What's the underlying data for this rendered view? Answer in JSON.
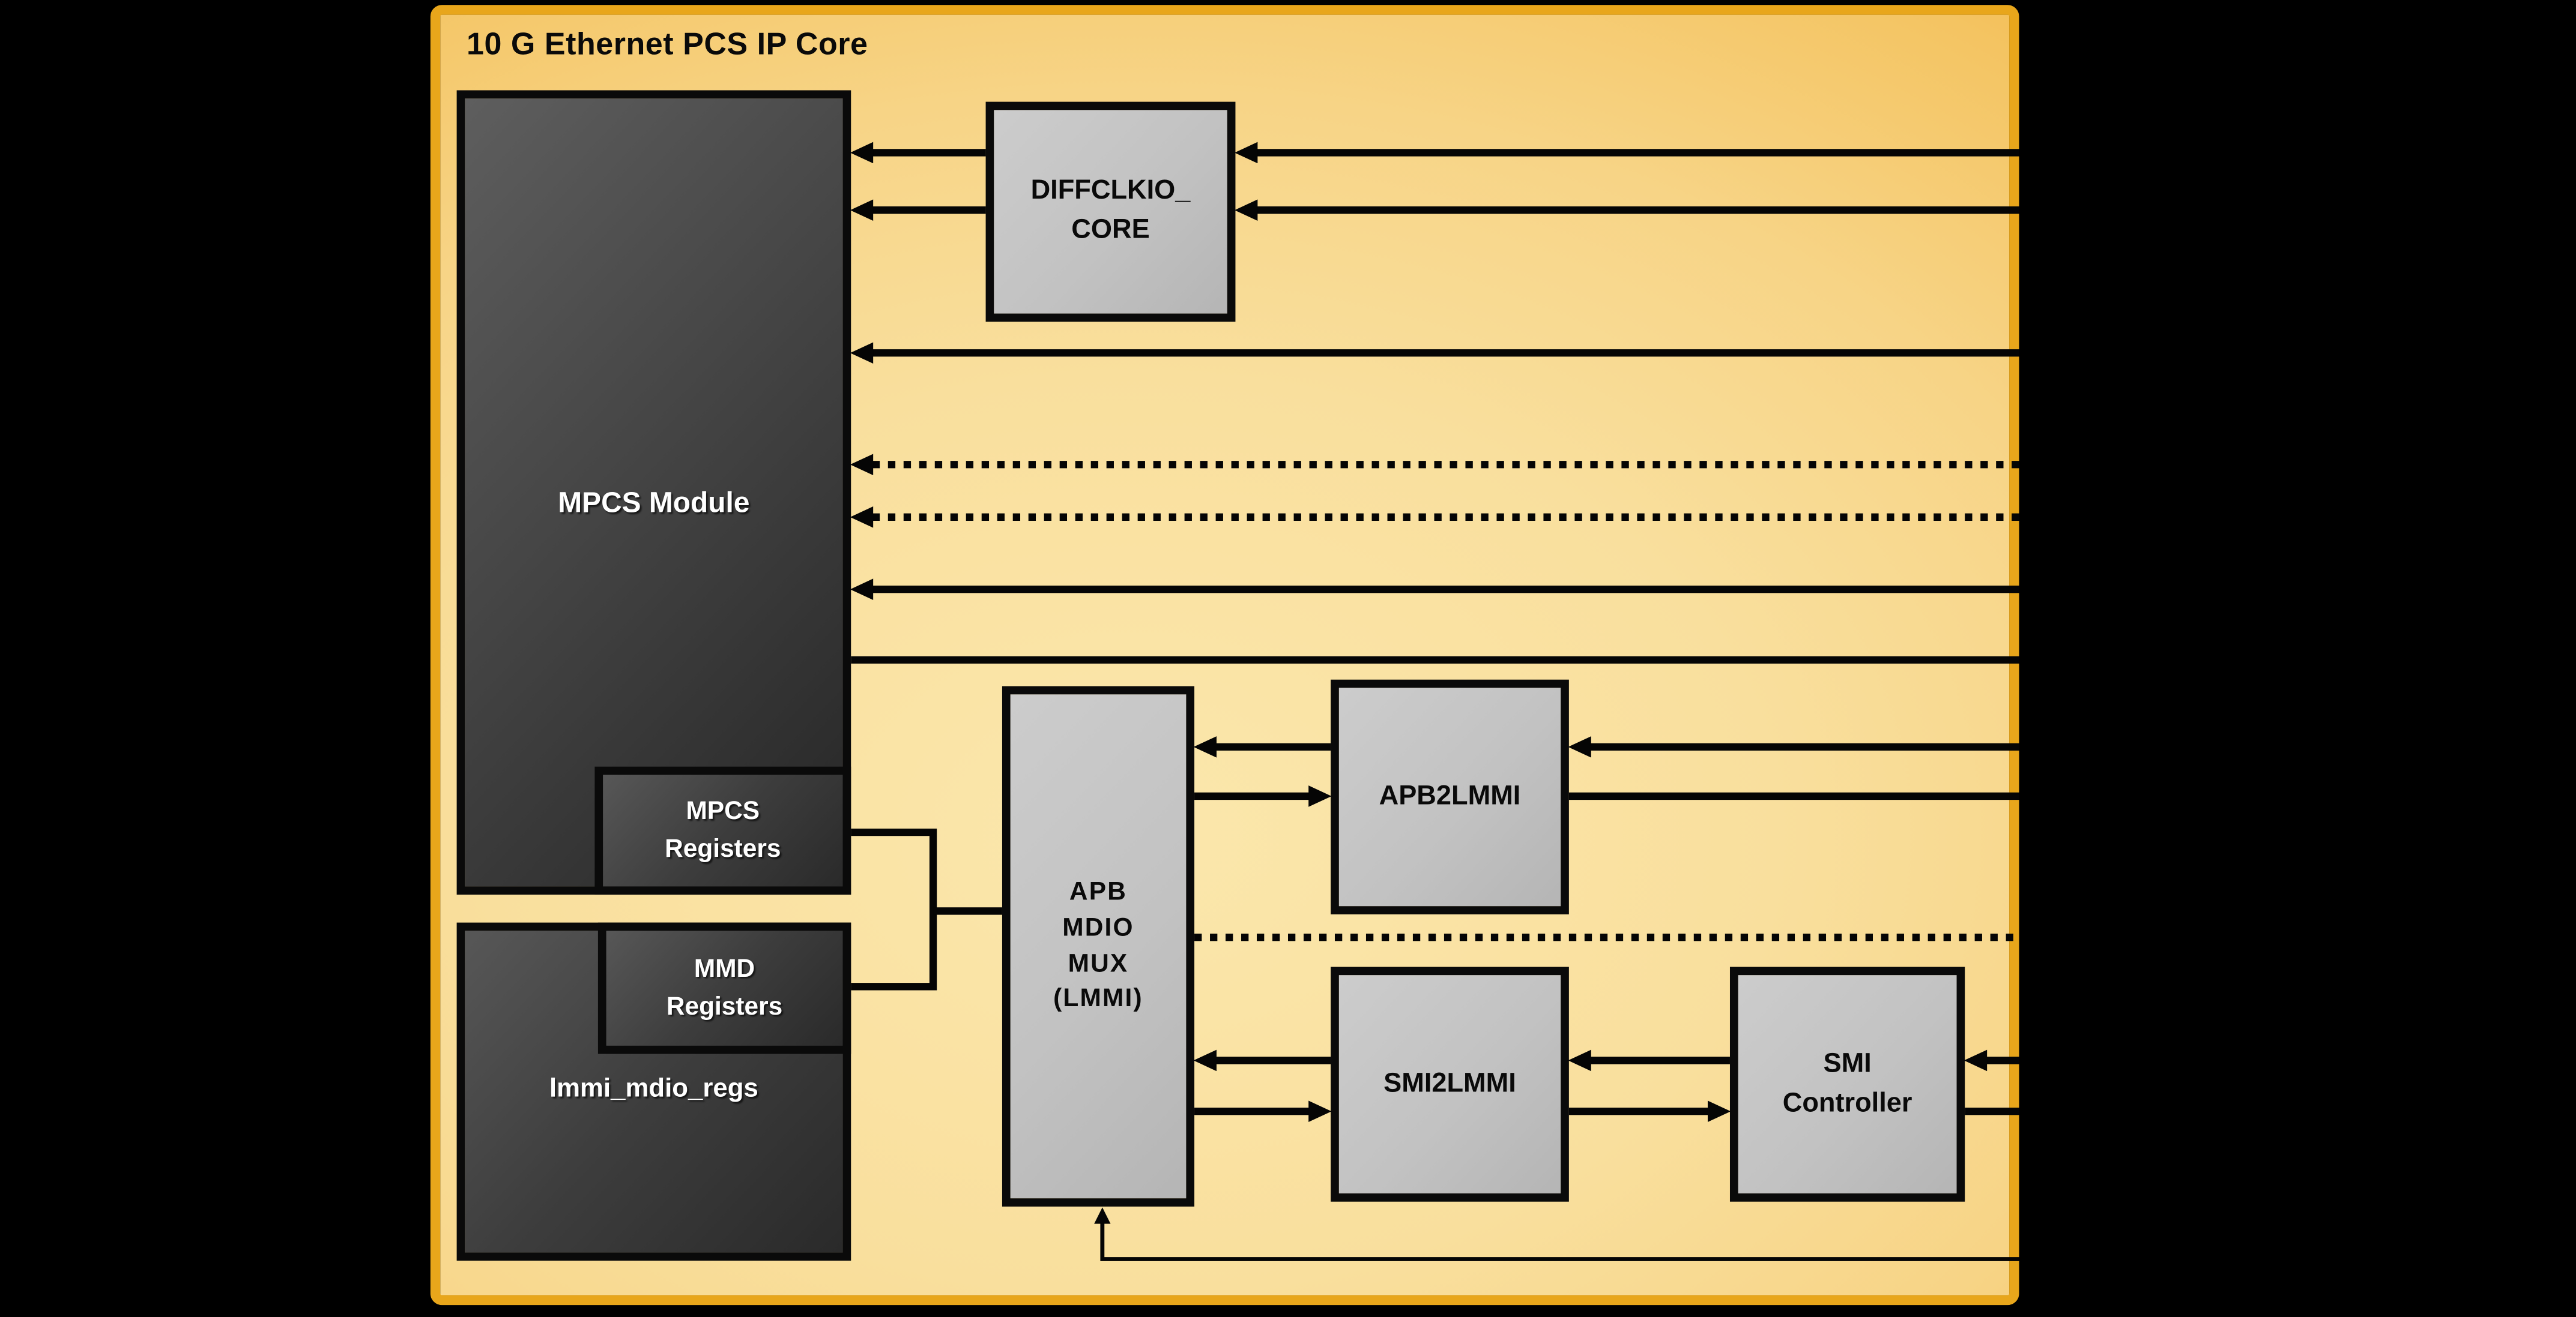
{
  "diagram": {
    "title": "10 G Ethernet PCS IP Core",
    "blocks": {
      "mpcs_module": {
        "label": "MPCS Module"
      },
      "diffclkio": {
        "line1": "DIFFCLKIO_",
        "line2": "CORE"
      },
      "mpcs_registers": {
        "line1": "MPCS",
        "line2": "Registers"
      },
      "mmd_registers": {
        "line1": "MMD",
        "line2": "Registers"
      },
      "lmmi_mdio_regs": {
        "label": "lmmi_mdio_regs"
      },
      "apb_mdio_mux": {
        "line1": "APB",
        "line2": "MDIO",
        "line3": "MUX",
        "line4": "(LMMI)"
      },
      "apb2lmmi": {
        "label": "APB2LMMI"
      },
      "smi2lmmi": {
        "label": "SMI2LMMI"
      },
      "smi_controller": {
        "line1": "SMI",
        "line2": "Controller"
      }
    },
    "colors": {
      "background": "#000000",
      "panel_edge_band": "#E8A61B",
      "panel_center": "#FBE7AC",
      "panel_corner": "#EEAC2C",
      "dark_block": "#3d3d3d",
      "light_block": "#C2C2C2",
      "wire": "#050505",
      "text_on_dark": "#FFFFFF",
      "text_on_light": "#0A0A0A"
    }
  }
}
